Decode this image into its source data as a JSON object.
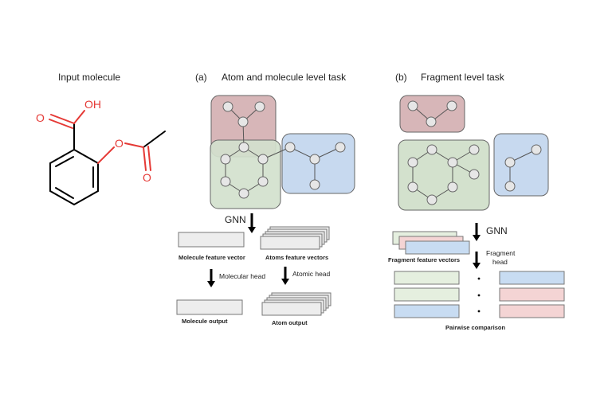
{
  "labels": {
    "input_molecule": "Input molecule",
    "panel_a_letter": "(a)",
    "panel_a_title": "Atom and molecule level task",
    "panel_b_letter": "(b)",
    "panel_b_title": "Fragment level task",
    "gnn_a": "GNN",
    "gnn_b": "GNN",
    "molecule_feature_vector": "Molecule feature vector",
    "atoms_feature_vectors": "Atoms feature vectors",
    "molecular_head": "Molecular head",
    "atomic_head": "Atomic head",
    "molecule_output": "Molecule output",
    "atom_output": "Atom output",
    "fragment_feature_vectors": "Fragment feature vectors",
    "fragment_head_1": "Fragment",
    "fragment_head_2": "head",
    "pairwise_comparison": "Pairwise comparison",
    "oh": "OH",
    "o_ester": "O",
    "o_acid": "O",
    "o_carbonyl": "O"
  },
  "colors": {
    "oxygen": "#e53935",
    "fragment_red": "#d7b6b8",
    "fragment_green": "#d3e1cd",
    "fragment_blue": "#c7d9ef",
    "vector_gray": "#ededed",
    "vector_green": "#e5efdf",
    "vector_pink": "#f4d4d4",
    "vector_blue": "#c8dcf2"
  }
}
